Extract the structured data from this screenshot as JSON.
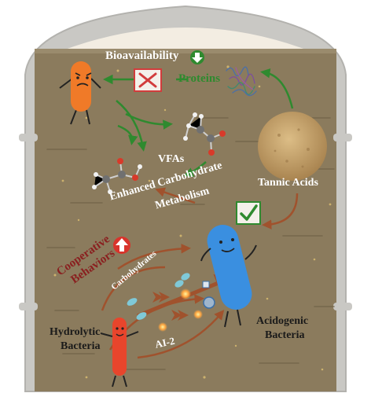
{
  "labels": {
    "bioavailability": "Bioavailability",
    "proteins": "Proteins",
    "vfas": "VFAs",
    "tannic_acids": "Tannic Acids",
    "enhanced_line1": "Enhanced Carbohydrate",
    "enhanced_line2": "Metabolism",
    "cooperative_line1": "Cooperative",
    "cooperative_line2": "Behaviors",
    "carbohydrates": "Carbohydrates",
    "hydrolytic_line1": "Hydrolytic",
    "hydrolytic_line2": "Bacteria",
    "ai2": "AI-2",
    "acidogenic_line1": "Acidogenic",
    "acidogenic_line2": "Bacteria"
  },
  "colors": {
    "tank_body": "#c9c8c4",
    "interior": "#8b7b5d",
    "dome": "#f3ede2",
    "arrow_green": "#2f8a2f",
    "arrow_brown": "#a0522d",
    "inhibit_red": "#d23c3c",
    "hydrolytic_bacterium": "#e8452c",
    "acidogenic_bacterium": "#3a8fe0",
    "inhibited_bacterium": "#f07a28",
    "tannic_powder": "#c7a46b"
  },
  "icons": {
    "down_arrow": "down-arrow-icon",
    "up_arrow": "up-arrow-icon",
    "inhibit": "inhibit-x-icon",
    "check": "check-icon",
    "chevrons": "double-chevron-icon"
  }
}
